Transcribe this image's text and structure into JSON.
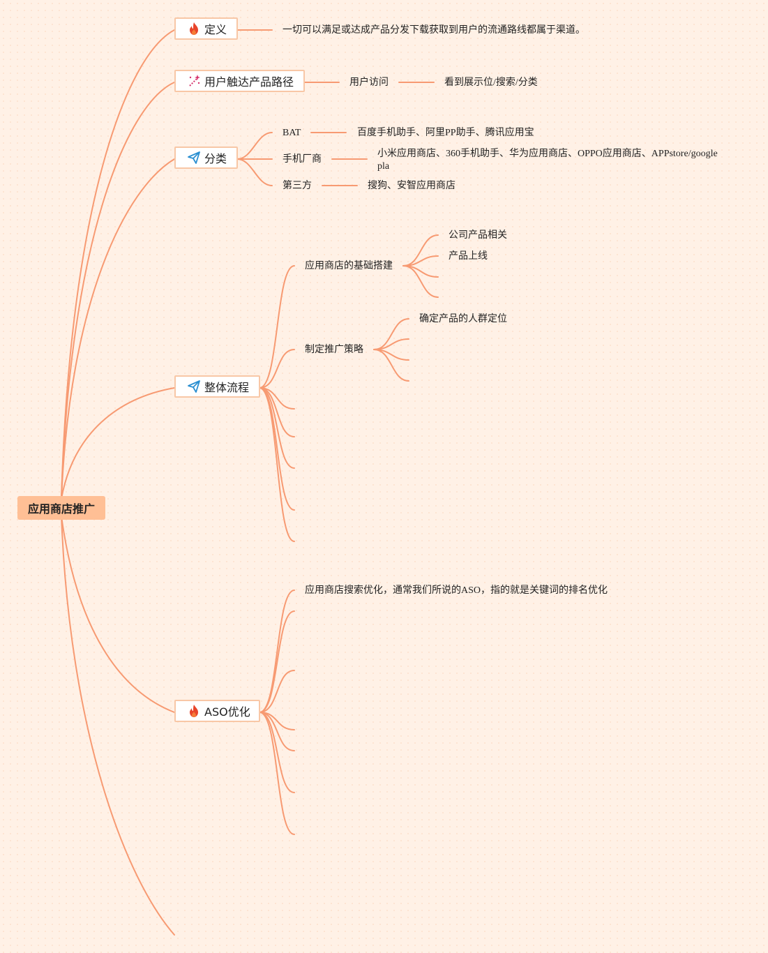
{
  "root": "应用商店推广",
  "topics": {
    "definition": {
      "label": "定义",
      "icon": "fire-icon",
      "detail": "一切可以满足或达成产品分发下载获取到用户的流通路线都属于渠道。"
    },
    "path": {
      "label": "用户触达产品路径",
      "icon": "magic-wand-icon",
      "step1": "用户访问",
      "step2": "看到展示位/搜索/分类"
    },
    "category": {
      "label": "分类",
      "icon": "paper-plane-icon",
      "items": [
        {
          "name": "BAT",
          "detail": "百度手机助手、阿里PP助手、腾讯应用宝"
        },
        {
          "name": "手机厂商",
          "detail": "小米应用商店、360手机助手、华为应用商店、OPPO应用商店、APPstore/google pla"
        },
        {
          "name": "第三方",
          "detail": "搜狗、安智应用商店"
        }
      ]
    },
    "process": {
      "label": "整体流程",
      "icon": "paper-plane-icon",
      "branches": [
        {
          "name": "应用商店的基础搭建",
          "children": [
            "公司产品相关",
            "产品上线"
          ]
        },
        {
          "name": "制定推广策略",
          "children": [
            "确定产品的人群定位"
          ]
        }
      ]
    },
    "aso": {
      "label": "ASO优化",
      "icon": "fire-icon",
      "first_child": "应用商店搜索优化，通常我们所说的ASO，指的就是关键词的排名优化"
    }
  },
  "colors": {
    "line": "#f79a72",
    "root_fill": "#ffbf95",
    "topic_border": "#f8c7a6",
    "background": "#fff1e6"
  }
}
